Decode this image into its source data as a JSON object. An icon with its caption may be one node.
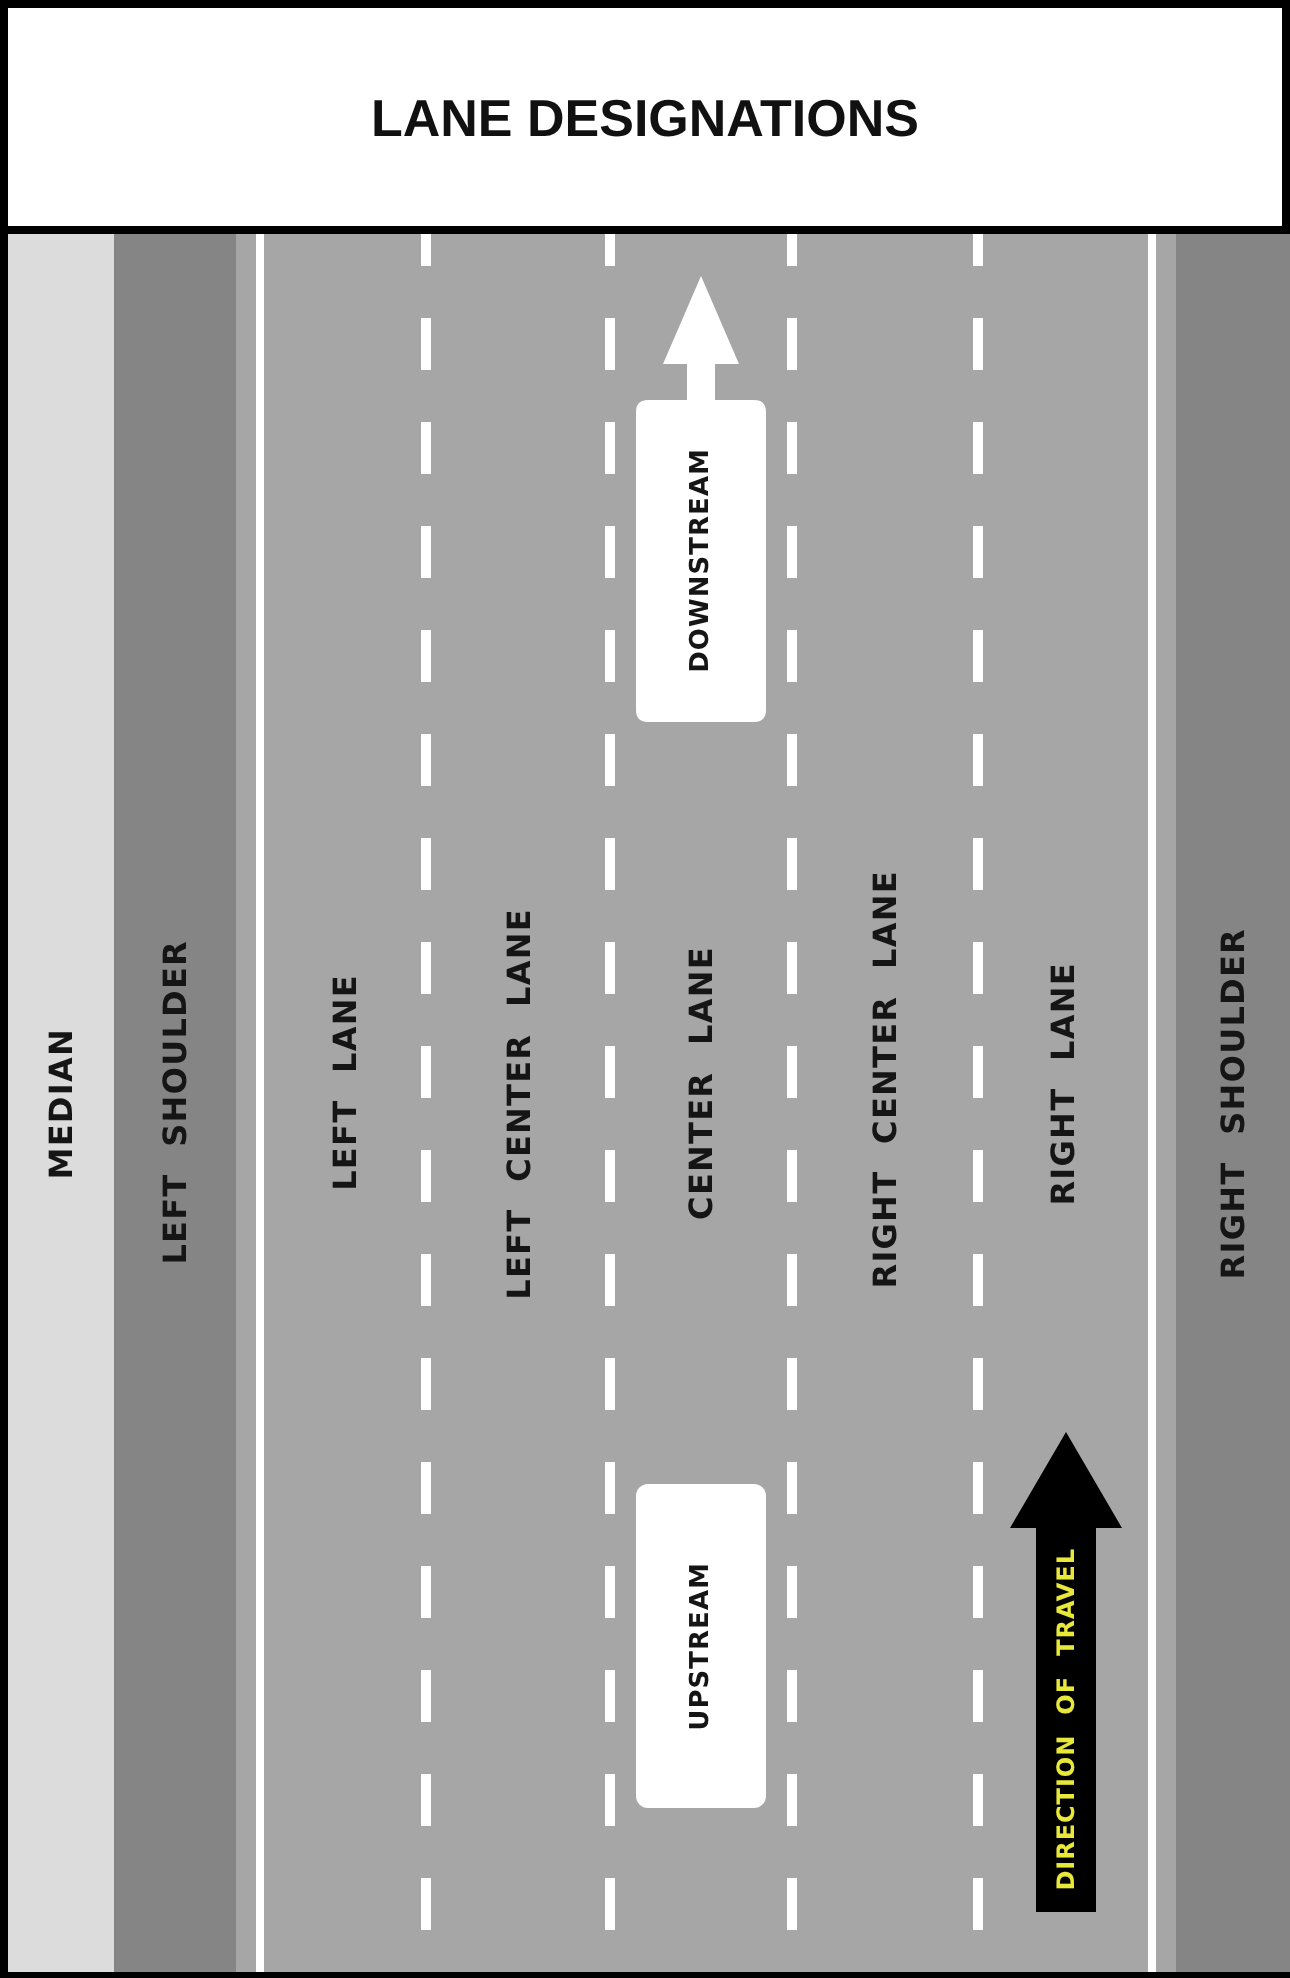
{
  "diagram": {
    "title": "LANE DESIGNATIONS",
    "nodes": [
      {
        "text": [
          "MEDIAN"
        ]
      },
      {
        "text": [
          "LEFT SHOULDER"
        ]
      },
      {
        "text": [
          "LEFT LANE"
        ]
      },
      {
        "text": [
          "LEFT CENTER LANE"
        ]
      },
      {
        "text": [
          "CENTER LANE"
        ]
      },
      {
        "text": [
          "RIGHT CENTER LANE"
        ]
      },
      {
        "text": [
          "RIGHT LANE"
        ]
      },
      {
        "text": [
          "RIGHT SHOULDER"
        ]
      },
      {
        "text": [
          "DOWNSTREAM"
        ],
        "in": 4
      },
      {
        "text": [
          "UPSTREAM"
        ],
        "in": 4
      },
      {
        "text": [
          "DIRECTION OF TRAVEL"
        ],
        "in": 6
      }
    ]
  }
}
